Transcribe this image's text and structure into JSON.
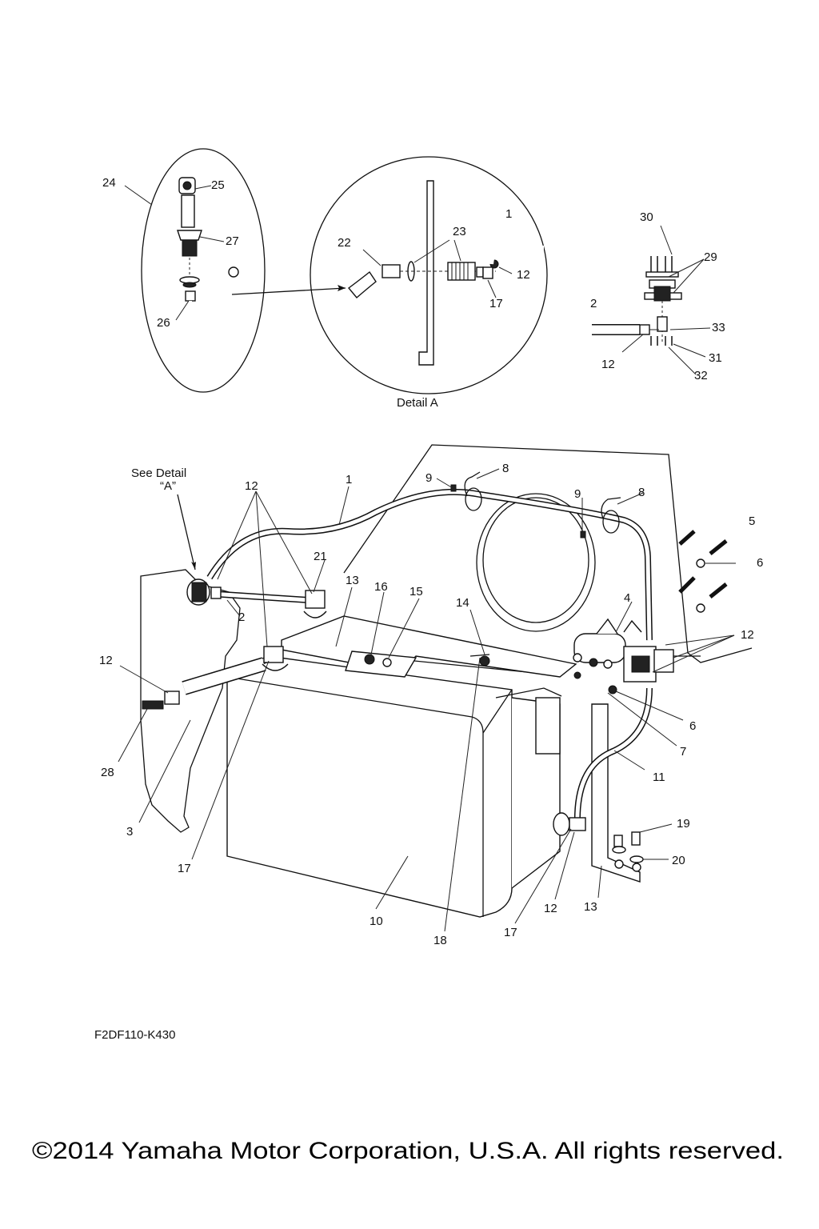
{
  "detail_caption": "Detail A",
  "see_detail": {
    "line1": "See Detail",
    "line2": "“A”"
  },
  "drawing_code": "F2DF110-K430",
  "copyright": "©2014 Yamaha Motor Corporation, U.S.A. All rights reserved.",
  "callouts": {
    "c24": "24",
    "c25": "25",
    "c27": "27",
    "c26": "26",
    "c22": "22",
    "c23": "23",
    "c1a": "1",
    "c12a": "12",
    "c17a": "17",
    "c30": "30",
    "c29": "29",
    "c2a": "2",
    "c33": "33",
    "c12b": "12",
    "c31": "31",
    "c32": "32",
    "c12c": "12",
    "c1b": "1",
    "c9a": "9",
    "c8a": "8",
    "c9b": "9",
    "c8b": "8",
    "c5": "5",
    "c6a": "6",
    "c21": "21",
    "c13a": "13",
    "c16": "16",
    "c15": "15",
    "c14": "14",
    "c4": "4",
    "c12d": "12",
    "c2b": "2",
    "c12e": "12",
    "c28": "28",
    "c6b": "6",
    "c7": "7",
    "c11": "11",
    "c3": "3",
    "c17b": "17",
    "c19": "19",
    "c20": "20",
    "c10": "10",
    "c18": "18",
    "c17c": "17",
    "c12f": "12",
    "c13b": "13"
  }
}
